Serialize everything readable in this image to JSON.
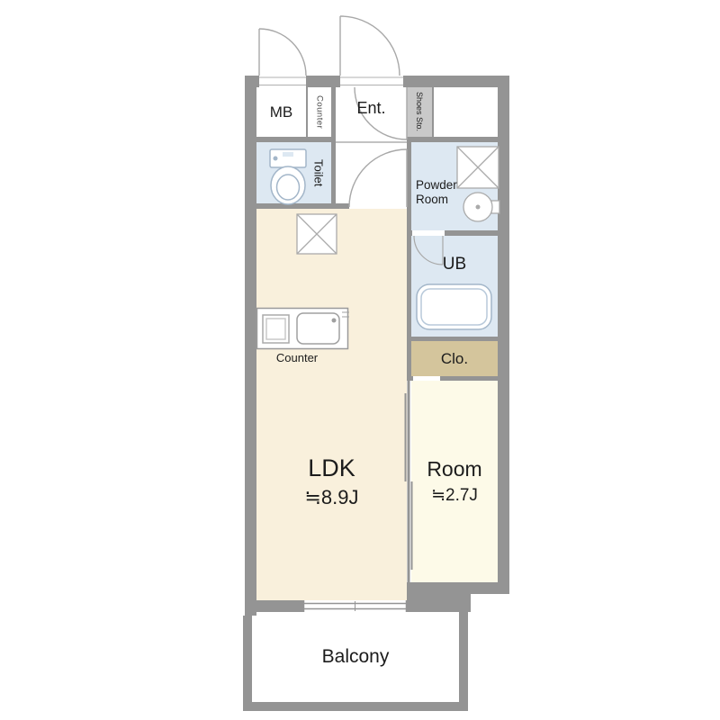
{
  "floorplan": {
    "labels": {
      "mb": "MB",
      "counter_shelf": "Counter",
      "entrance": "Ent.",
      "shoes_storage": "Shoes Sto.",
      "toilet": "Toilet",
      "powder_room_line1": "Powder",
      "powder_room_line2": "Room",
      "unit_bath": "UB",
      "closet": "Clo.",
      "ldk_name": "LDK",
      "ldk_area": "≒8.9J",
      "room_name": "Room",
      "room_area": "≒2.7J",
      "kitchen_counter": "Counter",
      "balcony": "Balcony"
    },
    "colors": {
      "wall": "#949494",
      "wet_area": "#dde8f2",
      "ldk_floor": "#f9f0dc",
      "room_floor": "#fdfae8",
      "closet_fill": "#d4c59c",
      "shoes_fill": "#c9c9c9",
      "fixture_line": "#a0a0a0",
      "sanitary_line": "#a3b6c9",
      "text": "#1c1c1c"
    }
  }
}
